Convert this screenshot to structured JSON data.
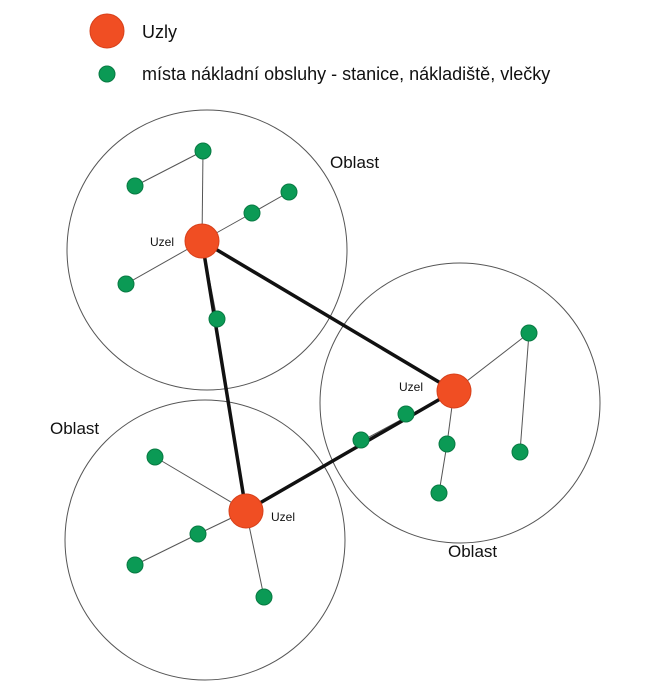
{
  "colors": {
    "hub": "#f04e23",
    "hub_stroke": "#d8401a",
    "site": "#0b9a55",
    "site_stroke": "#087a43",
    "region_stroke": "#555555",
    "spoke": "#555555",
    "trunk": "#111111"
  },
  "legend": {
    "hub_label": "Uzly",
    "site_label": "místa nákladní obsluhy - stanice, nákladiště, vlečky"
  },
  "regions": [
    {
      "id": "top-left",
      "label": "Oblast"
    },
    {
      "id": "right",
      "label": "Oblast"
    },
    {
      "id": "bottom-left",
      "label": "Oblast"
    }
  ],
  "hubs": [
    {
      "id": "hub-top-left",
      "label": "Uzel"
    },
    {
      "id": "hub-right",
      "label": "Uzel"
    },
    {
      "id": "hub-bottom",
      "label": "Uzel"
    }
  ]
}
